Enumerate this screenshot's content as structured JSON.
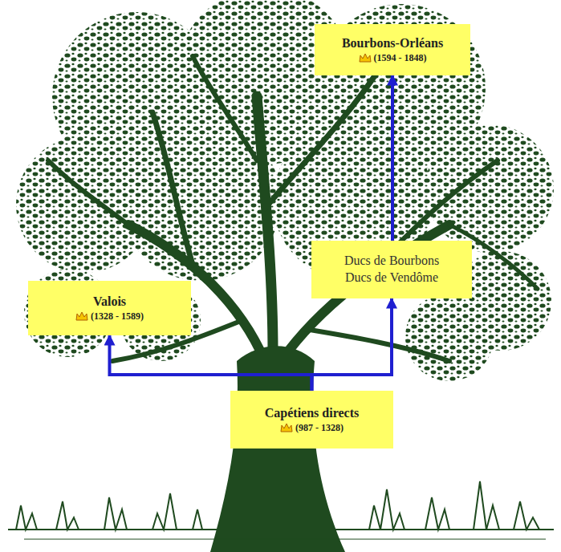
{
  "diagram": {
    "nodes": [
      {
        "text": [
          "Bourbons-Orléans",
          "(1594 - 1848)"
        ]
      },
      {
        "text": [
          "Valois",
          "(1328 - 1589)"
        ]
      },
      {
        "text": [
          "Ducs de Bourbons",
          "Ducs de Vendôme"
        ]
      },
      {
        "text": [
          "Capétiens directs",
          "(987 - 1328)"
        ]
      }
    ],
    "edges": [
      {
        "from": 3,
        "to": 1,
        "arrow": "to"
      },
      {
        "from": 3,
        "to": 2,
        "arrow": "to"
      },
      {
        "from": 2,
        "to": 0,
        "arrow": "to"
      }
    ]
  }
}
